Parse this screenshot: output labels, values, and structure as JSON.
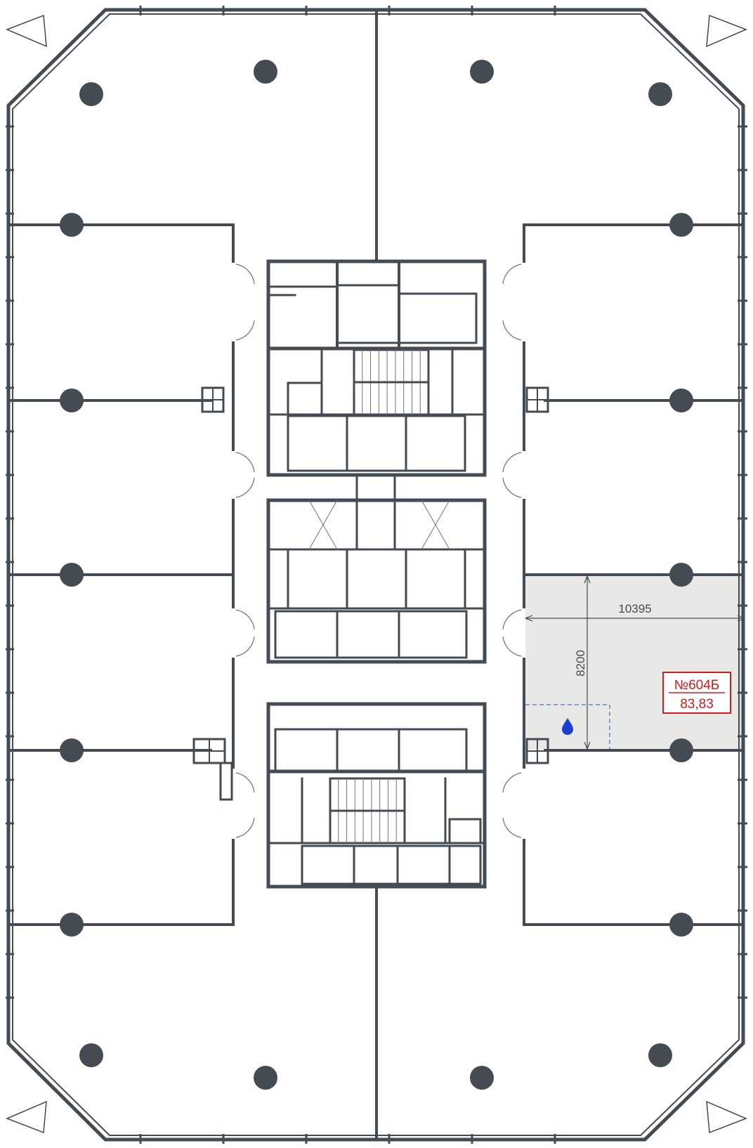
{
  "unit": {
    "number": "№604Б",
    "area": "83,83",
    "width_dimension": "10395",
    "depth_dimension": "8200"
  },
  "colors": {
    "wall": "#454b52",
    "highlight_fill": "#e8e9e6",
    "label_red": "#d21c1c",
    "water_icon": "#1a3fd1"
  },
  "icons": {
    "compass": "north-arrow-icon",
    "water": "water-drop-icon"
  }
}
